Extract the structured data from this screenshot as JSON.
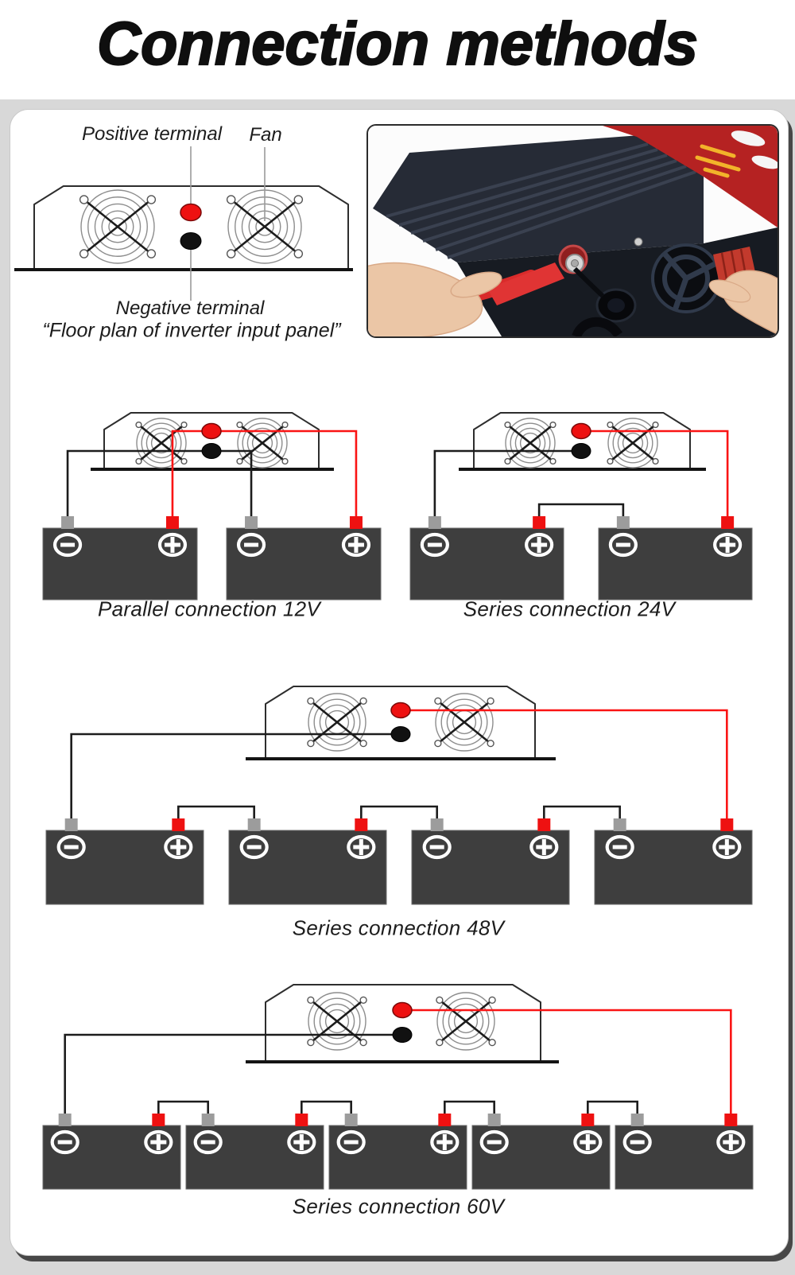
{
  "title": "Connection methods",
  "floor_plan": {
    "label_positive": "Positive terminal",
    "label_fan": "Fan",
    "label_negative": "Negative terminal",
    "caption": "“Floor plan of inverter input panel”"
  },
  "diagrams": [
    {
      "caption": "Parallel connection 12V",
      "type": "parallel",
      "batteries": 2
    },
    {
      "caption": "Series connection 24V",
      "type": "series",
      "batteries": 2
    },
    {
      "caption": "Series connection 48V",
      "type": "series",
      "batteries": 4
    },
    {
      "caption": "Series connection 60V",
      "type": "series",
      "batteries": 5
    }
  ],
  "colors": {
    "positive": "#ee1111",
    "negative": "#111111",
    "wire_red": "#fa1414",
    "wire_black": "#1c1c1c",
    "battery": "#3e3e3e",
    "tab_neutral": "#9c9c9c",
    "inverter_outline": "#2d2d2d",
    "fan_ring": "#8d8d8d",
    "leader": "#9a9a9a",
    "panel_bg": "#d8d8d8"
  }
}
